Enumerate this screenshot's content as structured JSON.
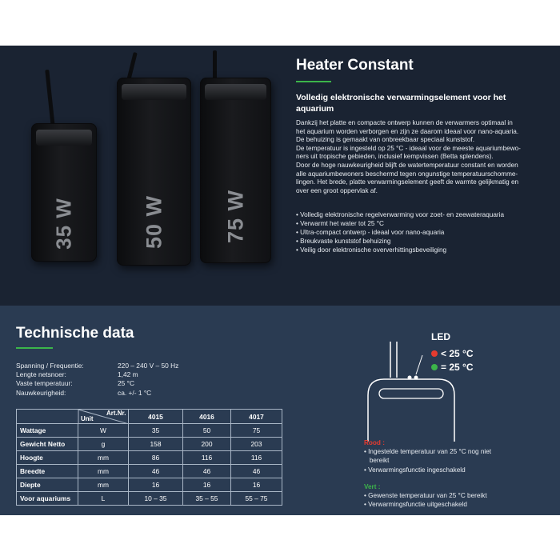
{
  "product": {
    "title": "Heater Constant",
    "subtitle": "Volledig elektronische verwarmingselement voor het aquarium",
    "description": [
      "Dankzij het platte en compacte ontwerp kunnen de verwarmers optimaal in",
      "het aquarium worden verborgen en zijn ze daarom ideaal voor nano-aquaria.",
      "De behuizing is gemaakt van onbreekbaar speciaal kunststof.",
      "De temperatuur is ingesteld op 25 °C - ideaal voor de meeste aquariumbewo-",
      "ners uit tropische gebieden, inclusief kempvissen (Betta splendens).",
      "Door de hoge nauwkeurigheid blijft de watertemperatuur constant en worden",
      "alle aquariumbewoners beschermd tegen ongunstige temperatuurschomme-",
      "lingen. Het brede, platte verwarmingselement geeft de warmte gelijkmatig en",
      "over een groot oppervlak af."
    ],
    "features": [
      "• Volledig elektronische regelverwarming voor zoet- en zeewateraquaria",
      "• Verwarmt het water tot 25 °C",
      "• Ultra-compact ontwerp - ideaal voor nano-aquaria",
      "• Breukvaste kunststof behuizing",
      "• Veilig door elektronische oververhittingsbeveiliging"
    ],
    "heaters": [
      {
        "watt_label": "35 W"
      },
      {
        "watt_label": "50 W"
      },
      {
        "watt_label": "75 W"
      }
    ]
  },
  "tech": {
    "title": "Technische data",
    "specs": [
      {
        "key": "Spanning / Frequentie:",
        "value": "220 – 240 V  –  50 Hz"
      },
      {
        "key": "Lengte netsnoer:",
        "value": "1,42 m"
      },
      {
        "key": "Vaste temperatuur:",
        "value": "25 °C"
      },
      {
        "key": "Nauwkeurigheid:",
        "value": "ca. +/- 1 °C"
      }
    ],
    "table": {
      "header_artnr": "Art.Nr.",
      "header_unit": "Unit",
      "columns": [
        "4015",
        "4016",
        "4017"
      ],
      "rows": [
        {
          "label": "Wattage",
          "unit": "W",
          "values": [
            "35",
            "50",
            "75"
          ]
        },
        {
          "label": "Gewicht Netto",
          "unit": "g",
          "values": [
            "158",
            "200",
            "203"
          ]
        },
        {
          "label": "Hoogte",
          "unit": "mm",
          "values": [
            "86",
            "116",
            "116"
          ]
        },
        {
          "label": "Breedte",
          "unit": "mm",
          "values": [
            "46",
            "46",
            "46"
          ]
        },
        {
          "label": "Diepte",
          "unit": "mm",
          "values": [
            "16",
            "16",
            "16"
          ]
        },
        {
          "label": "Voor aquariums",
          "unit": "L",
          "values": [
            "10 – 35",
            "35 – 55",
            "55 – 75"
          ]
        }
      ]
    }
  },
  "led": {
    "title": "LED",
    "red_label": "< 25 °C",
    "green_label": "= 25 °C",
    "red_color": "#e53b2f",
    "green_color": "#3cb54a",
    "rood_head": "Rood :",
    "rood_items": [
      "• Ingestelde temperatuur van 25 °C nog niet",
      "   bereikt",
      "• Verwarmingsfunctie ingeschakeld"
    ],
    "vert_head": "Vert :",
    "vert_items": [
      "• Gewenste temperatuur van 25 °C bereikt",
      "• Verwarmingsfunctie uitgeschakeld"
    ]
  }
}
